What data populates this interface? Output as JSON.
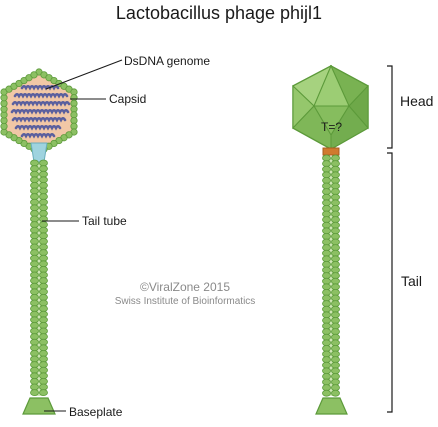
{
  "title": "Lactobacillus phage phijl1",
  "labels": {
    "genome": "DsDNA genome",
    "capsid": "Capsid",
    "tail_tube": "Tail tube",
    "baseplate": "Baseplate",
    "head": "Head",
    "tail": "Tail",
    "triangulation": "T=?"
  },
  "credit": {
    "line1": "©ViralZone 2015",
    "line2": "Swiss Institute of Bioinformatics"
  },
  "colors": {
    "green": "#8cc063",
    "green_dark": "#5c9a3a",
    "capsid_fill": "#f1c7a6",
    "dna": "#5a5f9e",
    "connector_blue": "#9fd3df",
    "connector_orange": "#d07a2e"
  }
}
